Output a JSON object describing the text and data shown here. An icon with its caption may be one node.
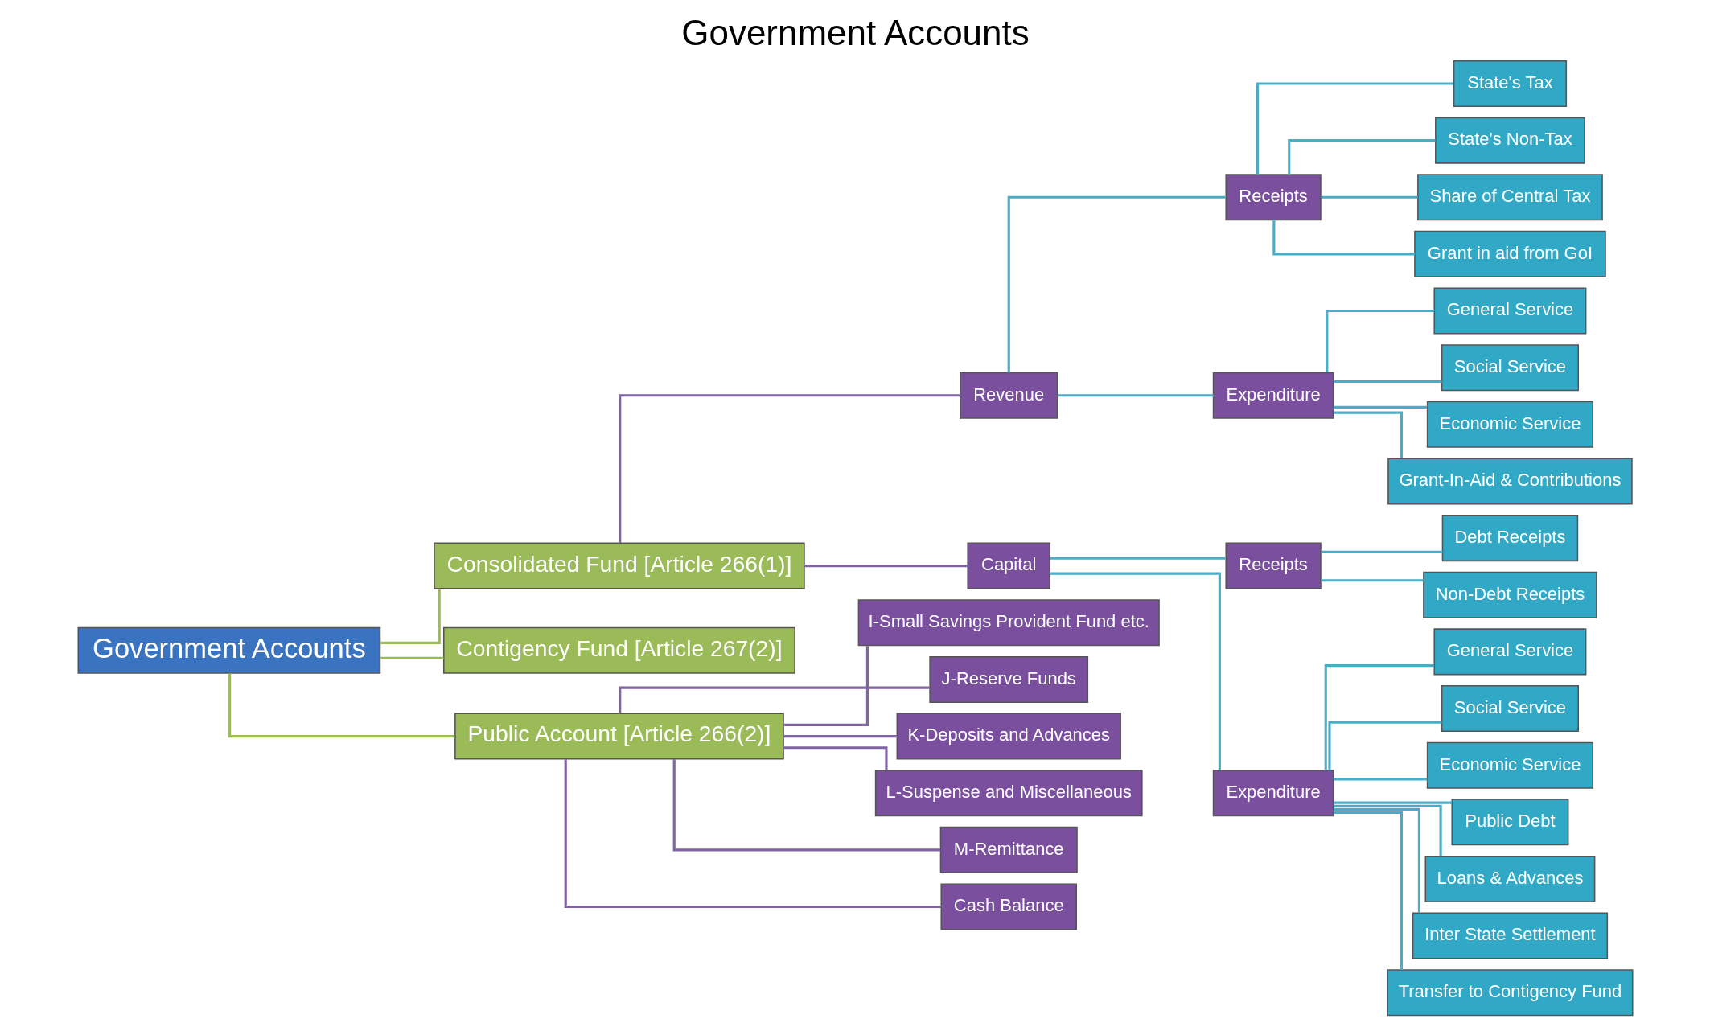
{
  "diagram": {
    "title": "Government Accounts",
    "nodes": [
      {
        "text": [
          "Government Accounts"
        ]
      },
      {
        "text": [
          "Consolidated Fund [Article 266(1)]"
        ]
      },
      {
        "text": [
          "Contigency Fund [Article 267(2)]"
        ]
      },
      {
        "text": [
          "Public Account [Article 266(2)]"
        ]
      },
      {
        "text": [
          "Revenue"
        ]
      },
      {
        "text": [
          "Capital"
        ]
      },
      {
        "text": [
          "Receipts"
        ]
      },
      {
        "text": [
          "Expenditure"
        ]
      },
      {
        "text": [
          "State's Tax"
        ]
      },
      {
        "text": [
          "State's Non-Tax"
        ]
      },
      {
        "text": [
          "Share of Central Tax"
        ]
      },
      {
        "text": [
          "Grant in aid from GoI"
        ]
      },
      {
        "text": [
          "General Service"
        ]
      },
      {
        "text": [
          "Social Service"
        ]
      },
      {
        "text": [
          "Economic Service"
        ]
      },
      {
        "text": [
          "Grant-In-Aid & Contributions"
        ]
      },
      {
        "text": [
          "Receipts"
        ]
      },
      {
        "text": [
          "Expenditure"
        ]
      },
      {
        "text": [
          "Debt Receipts"
        ]
      },
      {
        "text": [
          "Non-Debt Receipts"
        ]
      },
      {
        "text": [
          "General Service"
        ]
      },
      {
        "text": [
          "Social Service"
        ]
      },
      {
        "text": [
          "Economic Service"
        ]
      },
      {
        "text": [
          "Public Debt"
        ]
      },
      {
        "text": [
          "Loans & Advances"
        ]
      },
      {
        "text": [
          "Inter State Settlement"
        ]
      },
      {
        "text": [
          "Transfer to Contigency Fund"
        ]
      },
      {
        "text": [
          "I-Small Savings Provident Fund etc."
        ]
      },
      {
        "text": [
          "J-Reserve Funds"
        ]
      },
      {
        "text": [
          "K-Deposits and Advances"
        ]
      },
      {
        "text": [
          "L-Suspense and Miscellaneous"
        ]
      },
      {
        "text": [
          "M-Remittance"
        ]
      },
      {
        "text": [
          "Cash Balance"
        ]
      }
    ],
    "edges": [
      {
        "from": 0,
        "to": 1,
        "arrow": "none",
        "color": "#9bbb59"
      },
      {
        "from": 0,
        "to": 2,
        "arrow": "none",
        "color": "#9bbb59"
      },
      {
        "from": 0,
        "to": 3,
        "arrow": "none",
        "color": "#9bbb59"
      },
      {
        "from": 1,
        "to": 4,
        "arrow": "none",
        "color": "#8064a2"
      },
      {
        "from": 1,
        "to": 5,
        "arrow": "none",
        "color": "#8064a2"
      },
      {
        "from": 4,
        "to": 6,
        "arrow": "none"
      },
      {
        "from": 4,
        "to": 7,
        "arrow": "none"
      },
      {
        "from": 6,
        "to": 8,
        "arrow": "none"
      },
      {
        "from": 6,
        "to": 9,
        "arrow": "none"
      },
      {
        "from": 6,
        "to": 10,
        "arrow": "none"
      },
      {
        "from": 6,
        "to": 11,
        "arrow": "none"
      },
      {
        "from": 7,
        "to": 12,
        "arrow": "none"
      },
      {
        "from": 7,
        "to": 13,
        "arrow": "none"
      },
      {
        "from": 7,
        "to": 14,
        "arrow": "none"
      },
      {
        "from": 7,
        "to": 15,
        "arrow": "none"
      },
      {
        "from": 5,
        "to": 16,
        "arrow": "none"
      },
      {
        "from": 5,
        "to": 17,
        "arrow": "none"
      },
      {
        "from": 16,
        "to": 18,
        "arrow": "none"
      },
      {
        "from": 16,
        "to": 19,
        "arrow": "none"
      },
      {
        "from": 17,
        "to": 20,
        "arrow": "none"
      },
      {
        "from": 17,
        "to": 21,
        "arrow": "none"
      },
      {
        "from": 17,
        "to": 22,
        "arrow": "none"
      },
      {
        "from": 17,
        "to": 23,
        "arrow": "none"
      },
      {
        "from": 17,
        "to": 24,
        "arrow": "none"
      },
      {
        "from": 17,
        "to": 25,
        "arrow": "none"
      },
      {
        "from": 17,
        "to": 26,
        "arrow": "none"
      },
      {
        "from": 3,
        "to": 27,
        "arrow": "none",
        "color": "#8064a2"
      },
      {
        "from": 3,
        "to": 28,
        "arrow": "none",
        "color": "#8064a2"
      },
      {
        "from": 3,
        "to": 29,
        "arrow": "none",
        "color": "#8064a2"
      },
      {
        "from": 3,
        "to": 30,
        "arrow": "none",
        "color": "#8064a2"
      },
      {
        "from": 3,
        "to": 31,
        "arrow": "none",
        "color": "#8064a2"
      },
      {
        "from": 3,
        "to": 32,
        "arrow": "none",
        "color": "#8064a2"
      }
    ]
  }
}
